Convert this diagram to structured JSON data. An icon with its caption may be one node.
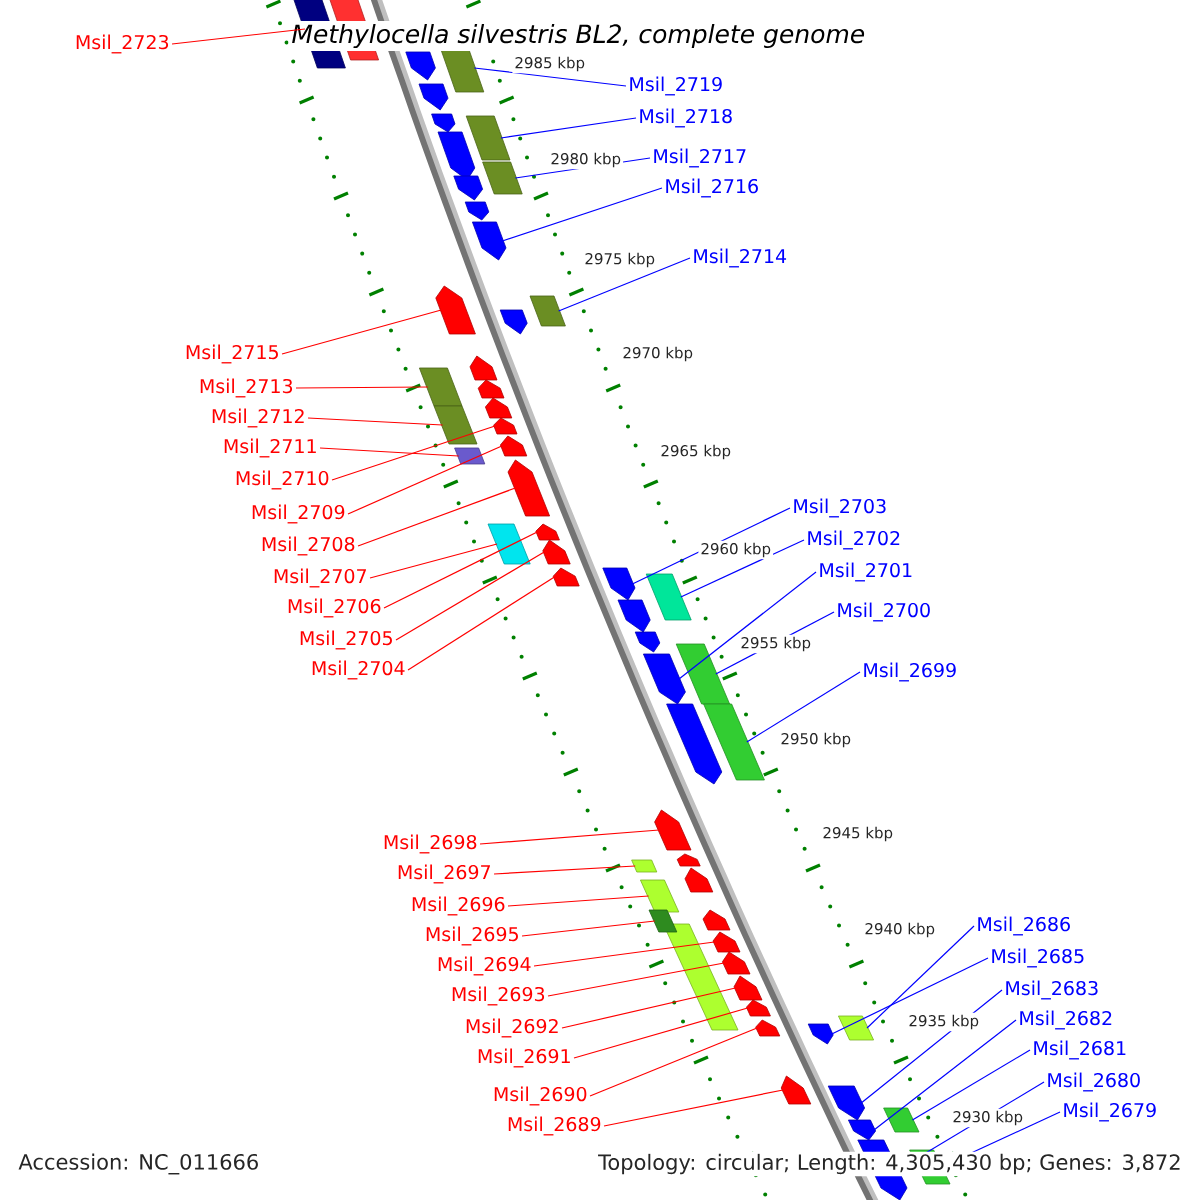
{
  "diagram": {
    "title": "Methylocella silvestris BL2, complete genome",
    "nodes": [
      {
        "text": [
          "Msil_2723"
        ]
      },
      {
        "text": [
          "Msil_2719"
        ]
      },
      {
        "text": [
          "Msil_2718"
        ]
      },
      {
        "text": [
          "Msil_2717"
        ]
      },
      {
        "text": [
          "Msil_2716"
        ]
      },
      {
        "text": [
          "Msil_2714"
        ]
      },
      {
        "text": [
          "Msil_2715"
        ]
      },
      {
        "text": [
          "Msil_2713"
        ]
      },
      {
        "text": [
          "Msil_2712"
        ]
      },
      {
        "text": [
          "Msil_2711"
        ]
      },
      {
        "text": [
          "Msil_2710"
        ]
      },
      {
        "text": [
          "Msil_2709"
        ]
      },
      {
        "text": [
          "Msil_2708"
        ]
      },
      {
        "text": [
          "Msil_2707"
        ]
      },
      {
        "text": [
          "Msil_2706"
        ]
      },
      {
        "text": [
          "Msil_2705"
        ]
      },
      {
        "text": [
          "Msil_2704"
        ]
      },
      {
        "text": [
          "Msil_2703"
        ]
      },
      {
        "text": [
          "Msil_2702"
        ]
      },
      {
        "text": [
          "Msil_2701"
        ]
      },
      {
        "text": [
          "Msil_2700"
        ]
      },
      {
        "text": [
          "Msil_2699"
        ]
      },
      {
        "text": [
          "Msil_2698"
        ]
      },
      {
        "text": [
          "Msil_2697"
        ]
      },
      {
        "text": [
          "Msil_2696"
        ]
      },
      {
        "text": [
          "Msil_2695"
        ]
      },
      {
        "text": [
          "Msil_2694"
        ]
      },
      {
        "text": [
          "Msil_2693"
        ]
      },
      {
        "text": [
          "Msil_2692"
        ]
      },
      {
        "text": [
          "Msil_2691"
        ]
      },
      {
        "text": [
          "Msil_2690"
        ]
      },
      {
        "text": [
          "Msil_2689"
        ]
      },
      {
        "text": [
          "Msil_2686"
        ]
      },
      {
        "text": [
          "Msil_2685"
        ]
      },
      {
        "text": [
          "Msil_2683"
        ]
      },
      {
        "text": [
          "Msil_2682"
        ]
      },
      {
        "text": [
          "Msil_2681"
        ]
      },
      {
        "text": [
          "Msil_2680"
        ]
      },
      {
        "text": [
          "Msil_2679"
        ]
      },
      {
        "text": [],
        "shape": "box"
      },
      {
        "text": [],
        "shape": "box"
      },
      {
        "text": [],
        "shape": "pentagon"
      },
      {
        "text": [],
        "shape": "pentagon"
      },
      {
        "text": [],
        "shape": "pentagon"
      },
      {
        "text": [],
        "shape": "pentagon"
      },
      {
        "text": [],
        "shape": "pentagon"
      },
      {
        "text": [],
        "shape": "pentagon"
      },
      {
        "text": [],
        "shape": "pentagon"
      },
      {
        "text": [],
        "shape": "box"
      },
      {
        "text": [],
        "shape": "box"
      },
      {
        "text": [],
        "shape": "box"
      },
      {
        "text": [],
        "shape": "pentagon"
      },
      {
        "text": [],
        "shape": "pentagon"
      },
      {
        "text": [],
        "shape": "box"
      },
      {
        "text": [],
        "shape": "pentagon"
      },
      {
        "text": [],
        "shape": "pentagon"
      },
      {
        "text": [],
        "shape": "pentagon"
      },
      {
        "text": [],
        "shape": "pentagon"
      },
      {
        "text": [],
        "shape": "pentagon"
      },
      {
        "text": [],
        "shape": "pentagon"
      },
      {
        "text": [],
        "shape": "pentagon"
      },
      {
        "text": [],
        "shape": "pentagon"
      },
      {
        "text": [],
        "shape": "pentagon"
      },
      {
        "text": [],
        "shape": "box"
      },
      {
        "text": [],
        "shape": "box"
      },
      {
        "text": [],
        "shape": "box"
      },
      {
        "text": [],
        "shape": "box"
      },
      {
        "text": [],
        "shape": "pentagon"
      },
      {
        "text": [],
        "shape": "pentagon"
      },
      {
        "text": [],
        "shape": "pentagon"
      },
      {
        "text": [],
        "shape": "pentagon"
      },
      {
        "text": [],
        "shape": "pentagon"
      },
      {
        "text": [],
        "shape": "box"
      },
      {
        "text": [],
        "shape": "box"
      },
      {
        "text": [],
        "shape": "box"
      },
      {
        "text": [],
        "shape": "pentagon"
      },
      {
        "text": [],
        "shape": "pentagon"
      },
      {
        "text": [],
        "shape": "pentagon"
      },
      {
        "text": [],
        "shape": "pentagon"
      },
      {
        "text": [],
        "shape": "pentagon"
      },
      {
        "text": [],
        "shape": "pentagon"
      },
      {
        "text": [],
        "shape": "pentagon"
      },
      {
        "text": [],
        "shape": "pentagon"
      },
      {
        "text": [],
        "shape": "pentagon"
      },
      {
        "text": [],
        "shape": "pentagon"
      },
      {
        "text": [],
        "shape": "box"
      },
      {
        "text": [],
        "shape": "box"
      },
      {
        "text": [],
        "shape": "box"
      },
      {
        "text": [],
        "shape": "box"
      },
      {
        "text": [],
        "shape": "pentagon"
      },
      {
        "text": [],
        "shape": "box"
      },
      {
        "text": [],
        "shape": "pentagon"
      },
      {
        "text": [],
        "shape": "pentagon"
      },
      {
        "text": [],
        "shape": "box"
      },
      {
        "text": [],
        "shape": "pentagon"
      },
      {
        "text": [],
        "shape": "box"
      }
    ],
    "edges": [
      {
        "from": 0,
        "to": 39,
        "arrow": "none"
      },
      {
        "from": 1,
        "to": 48,
        "arrow": "none",
        "color": "#0000ff"
      },
      {
        "from": 2,
        "to": 49,
        "arrow": "none",
        "color": "#0000ff"
      },
      {
        "from": 3,
        "to": 50,
        "arrow": "none",
        "color": "#0000ff"
      },
      {
        "from": 4,
        "to": 47,
        "arrow": "none",
        "color": "#0000ff"
      },
      {
        "from": 5,
        "to": 53,
        "arrow": "none",
        "color": "#0000ff"
      },
      {
        "from": 6,
        "to": 51,
        "arrow": "none"
      },
      {
        "from": 7,
        "to": 63,
        "arrow": "none"
      },
      {
        "from": 8,
        "to": 64,
        "arrow": "none"
      },
      {
        "from": 9,
        "to": 65,
        "arrow": "none"
      },
      {
        "from": 10,
        "to": 57,
        "arrow": "none"
      },
      {
        "from": 11,
        "to": 58,
        "arrow": "none"
      },
      {
        "from": 12,
        "to": 59,
        "arrow": "none"
      },
      {
        "from": 13,
        "to": 66,
        "arrow": "none"
      },
      {
        "from": 14,
        "to": 60,
        "arrow": "none"
      },
      {
        "from": 15,
        "to": 61,
        "arrow": "none"
      },
      {
        "from": 16,
        "to": 62,
        "arrow": "none"
      },
      {
        "from": 17,
        "to": 67,
        "arrow": "none",
        "color": "#0000ff"
      },
      {
        "from": 18,
        "to": 72,
        "arrow": "none",
        "color": "#0000ff"
      },
      {
        "from": 19,
        "to": 70,
        "arrow": "none",
        "color": "#0000ff"
      },
      {
        "from": 20,
        "to": 73,
        "arrow": "none",
        "color": "#0000ff"
      },
      {
        "from": 21,
        "to": 74,
        "arrow": "none",
        "color": "#0000ff"
      },
      {
        "from": 22,
        "to": 75,
        "arrow": "none"
      },
      {
        "from": 23,
        "to": 85,
        "arrow": "none"
      },
      {
        "from": 24,
        "to": 86,
        "arrow": "none"
      },
      {
        "from": 25,
        "to": 88,
        "arrow": "none"
      },
      {
        "from": 26,
        "to": 79,
        "arrow": "none"
      },
      {
        "from": 27,
        "to": 80,
        "arrow": "none"
      },
      {
        "from": 28,
        "to": 81,
        "arrow": "none"
      },
      {
        "from": 29,
        "to": 82,
        "arrow": "none"
      },
      {
        "from": 30,
        "to": 83,
        "arrow": "none"
      },
      {
        "from": 31,
        "to": 84,
        "arrow": "none"
      },
      {
        "from": 32,
        "to": 90,
        "arrow": "none",
        "color": "#0000ff"
      },
      {
        "from": 33,
        "to": 89,
        "arrow": "none",
        "color": "#0000ff"
      },
      {
        "from": 34,
        "to": 91,
        "arrow": "none",
        "color": "#0000ff"
      },
      {
        "from": 35,
        "to": 92,
        "arrow": "none",
        "color": "#0000ff"
      },
      {
        "from": 36,
        "to": 93,
        "arrow": "none",
        "color": "#0000ff"
      },
      {
        "from": 37,
        "to": 94,
        "arrow": "none",
        "color": "#0000ff"
      },
      {
        "from": 38,
        "to": 95,
        "arrow": "none",
        "color": "#0000ff"
      }
    ],
    "labels": [
      "2985 kbp",
      "2980 kbp",
      "2975 kbp",
      "2970 kbp",
      "2965 kbp",
      "2960 kbp",
      "2955 kbp",
      "2950 kbp",
      "2945 kbp",
      "2940 kbp",
      "2935 kbp",
      "2930 kbp",
      "Accession: NC_011666",
      "Topology: circular; Length: 4,305,430 bp; Genes: 3,872"
    ]
  }
}
